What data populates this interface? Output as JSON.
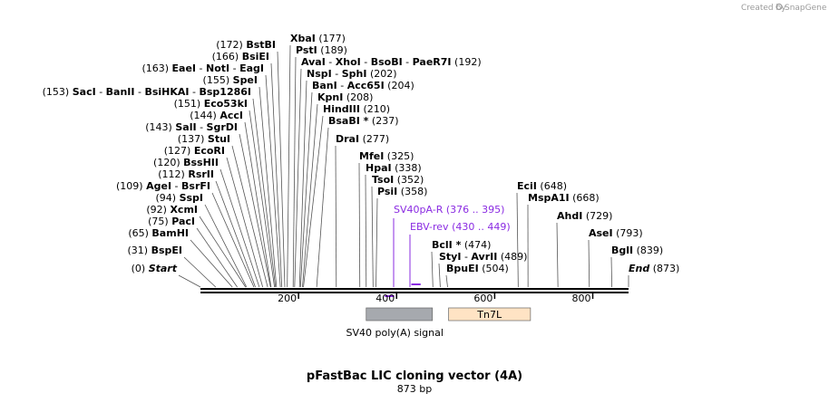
{
  "watermark": {
    "created_by": "Created by",
    "brand": "SnapGene"
  },
  "map": {
    "title": "pFastBac LIC cloning vector (4A)",
    "length_label": "873 bp",
    "length": 873,
    "scale_ticks": [
      {
        "value": 200,
        "label": "200"
      },
      {
        "value": 400,
        "label": "400"
      },
      {
        "value": 600,
        "label": "600"
      },
      {
        "value": 800,
        "label": "800"
      }
    ]
  },
  "sites": [
    {
      "pos": "(177)",
      "names": [
        "XbaI"
      ],
      "loc": 177,
      "side": "right"
    },
    {
      "pos": "(189)",
      "names": [
        "PstI"
      ],
      "loc": 189,
      "side": "right"
    },
    {
      "pos": "(192)",
      "names": [
        "AvaI",
        "XhoI",
        "BsoBI",
        "PaeR7I"
      ],
      "loc": 192,
      "side": "right"
    },
    {
      "pos": "(202)",
      "names": [
        "NspI",
        "SphI"
      ],
      "loc": 202,
      "side": "right"
    },
    {
      "pos": "(204)",
      "names": [
        "BanI",
        "Acc65I"
      ],
      "loc": 204,
      "side": "right"
    },
    {
      "pos": "(208)",
      "names": [
        "KpnI"
      ],
      "loc": 208,
      "side": "right"
    },
    {
      "pos": "(210)",
      "names": [
        "HindIII"
      ],
      "loc": 210,
      "side": "right"
    },
    {
      "pos": "(237)",
      "names": [
        "BsaBI *"
      ],
      "loc": 237,
      "side": "right"
    },
    {
      "pos": "(277)",
      "names": [
        "DraI"
      ],
      "loc": 277,
      "side": "right"
    },
    {
      "pos": "(325)",
      "names": [
        "MfeI"
      ],
      "loc": 325,
      "side": "right"
    },
    {
      "pos": "(338)",
      "names": [
        "HpaI"
      ],
      "loc": 338,
      "side": "right"
    },
    {
      "pos": "(352)",
      "names": [
        "TsoI"
      ],
      "loc": 352,
      "side": "right"
    },
    {
      "pos": "(358)",
      "names": [
        "PsiI"
      ],
      "loc": 358,
      "side": "right"
    },
    {
      "pos": "(474)",
      "names": [
        "BclI *"
      ],
      "loc": 474,
      "side": "right"
    },
    {
      "pos": "(489)",
      "names": [
        "StyI",
        "AvrII"
      ],
      "loc": 489,
      "side": "right"
    },
    {
      "pos": "(504)",
      "names": [
        "BpuEI"
      ],
      "loc": 504,
      "side": "right"
    },
    {
      "pos": "(648)",
      "names": [
        "EciI"
      ],
      "loc": 648,
      "side": "right"
    },
    {
      "pos": "(668)",
      "names": [
        "MspA1I"
      ],
      "loc": 668,
      "side": "right"
    },
    {
      "pos": "(729)",
      "names": [
        "AhdI"
      ],
      "loc": 729,
      "side": "right"
    },
    {
      "pos": "(793)",
      "names": [
        "AseI"
      ],
      "loc": 793,
      "side": "right"
    },
    {
      "pos": "(839)",
      "names": [
        "BglI"
      ],
      "loc": 839,
      "side": "right"
    },
    {
      "pos": "(873)",
      "names": [
        "End"
      ],
      "loc": 873,
      "side": "right",
      "italic": true
    },
    {
      "pos": "(172)",
      "names": [
        "BstBI"
      ],
      "loc": 172,
      "side": "left"
    },
    {
      "pos": "(166)",
      "names": [
        "BsiEI"
      ],
      "loc": 166,
      "side": "left"
    },
    {
      "pos": "(163)",
      "names": [
        "EaeI",
        "NotI",
        "EagI"
      ],
      "loc": 163,
      "side": "left"
    },
    {
      "pos": "(155)",
      "names": [
        "SpeI"
      ],
      "loc": 155,
      "side": "left"
    },
    {
      "pos": "(153)",
      "names": [
        "SacI",
        "BanII",
        "BsiHKAI",
        "Bsp1286I"
      ],
      "loc": 153,
      "side": "left"
    },
    {
      "pos": "(151)",
      "names": [
        "Eco53kI"
      ],
      "loc": 151,
      "side": "left"
    },
    {
      "pos": "(144)",
      "names": [
        "AccI"
      ],
      "loc": 144,
      "side": "left"
    },
    {
      "pos": "(143)",
      "names": [
        "SalI",
        "SgrDI"
      ],
      "loc": 143,
      "side": "left"
    },
    {
      "pos": "(137)",
      "names": [
        "StuI"
      ],
      "loc": 137,
      "side": "left"
    },
    {
      "pos": "(127)",
      "names": [
        "EcoRI"
      ],
      "loc": 127,
      "side": "left"
    },
    {
      "pos": "(120)",
      "names": [
        "BssHII"
      ],
      "loc": 120,
      "side": "left"
    },
    {
      "pos": "(112)",
      "names": [
        "RsrII"
      ],
      "loc": 112,
      "side": "left"
    },
    {
      "pos": "(109)",
      "names": [
        "AgeI",
        "BsrFI"
      ],
      "loc": 109,
      "side": "left"
    },
    {
      "pos": "(94)",
      "names": [
        "SspI"
      ],
      "loc": 94,
      "side": "left"
    },
    {
      "pos": "(92)",
      "names": [
        "XcmI"
      ],
      "loc": 92,
      "side": "left"
    },
    {
      "pos": "(75)",
      "names": [
        "PacI"
      ],
      "loc": 75,
      "side": "left"
    },
    {
      "pos": "(65)",
      "names": [
        "BamHI"
      ],
      "loc": 65,
      "side": "left"
    },
    {
      "pos": "(31)",
      "names": [
        "BspEI"
      ],
      "loc": 31,
      "side": "left"
    },
    {
      "pos": "(0)",
      "names": [
        "Start"
      ],
      "loc": 0,
      "side": "left",
      "italic": true
    }
  ],
  "primers": [
    {
      "name": "SV40pA-R",
      "range": "(376 .. 395)",
      "start": 376,
      "end": 395
    },
    {
      "name": "EBV-rev",
      "range": "(430 .. 449)",
      "start": 430,
      "end": 449
    }
  ],
  "features": [
    {
      "name": "SV40 poly(A) signal",
      "start": 338,
      "end": 473,
      "color": "#a6a9ae",
      "label_inside": false
    },
    {
      "name": "Tn7L",
      "start": 506,
      "end": 673,
      "color": "#ffe3c4",
      "label_inside": true
    }
  ],
  "colors": {
    "primer": "#8a2be2",
    "backbone": "#000000",
    "feature_border": "#666666"
  }
}
